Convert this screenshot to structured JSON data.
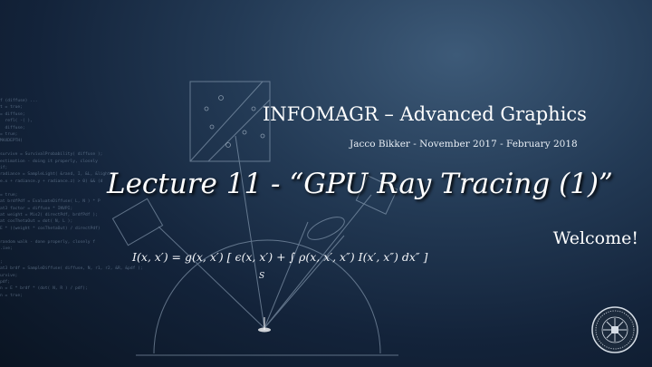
{
  "title": "INFOMAGR – Advanced Graphics",
  "subtitle": "Jacco Bikker   -  November 2017 - February 2018",
  "lecture": "Lecture 11 - “GPU Ray Tracing (1)”",
  "welcome": "Welcome!",
  "equation": "I(x, x′) = g(x, x′) [ ϵ(x, x′) + ∫ ρ(x, x′, x″) I(x′, x″) dx″ ]",
  "equation_sub": "S",
  "background_code": "f (diffuse) ...\nt = true;\n= diffuse;\n  refl( -( ),\n  diffuse;\n= true;\nMAXDEPTH)\n\nsurvive = SurvivalProbability( diffuse );\nestimation - doing it properly, closely\nif;\nradiance = SampleLight( &rand, I, &L, &light );\ne.x + radiance.y + radiance.z) > 0) && (d\n\n= true;\nat brdfPdf = EvaluateDiffuse( L, N ) * P\nat3 factor = diffuse * INVPI;\nat weight = Mis2( directPdf, brdfPdf );\nat cosThetaOut = dot( N, L );\nE * ((weight * cosThetaOut) / directPdf)\n\nrandom walk - done properly, closely f\n.ive;\n\n;\nat3 brdf = SampleDiffuse( diffuse, N, r1, r2, &R, &pdf );\nurvive;\npdf;\nn = E * brdf * (dot( N, R ) / pdf);\nn = true;",
  "colors": {
    "background": "#13233a",
    "text": "#ffffff",
    "code": "#8fa6bf",
    "lines": "#9fb3c8"
  },
  "icons": [
    "university-seal-icon"
  ]
}
